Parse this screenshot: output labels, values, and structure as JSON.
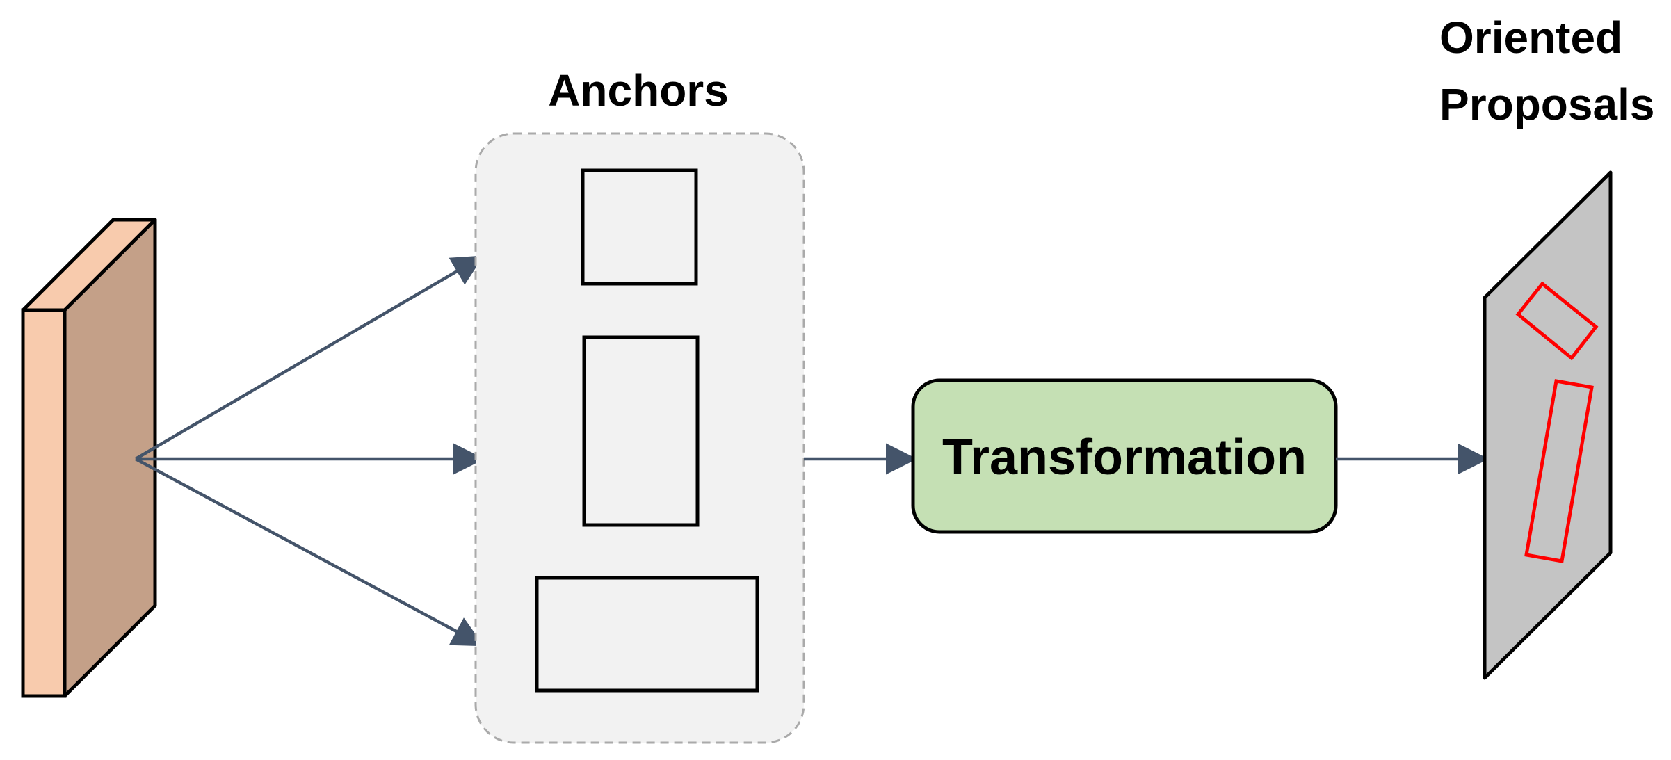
{
  "labels": {
    "anchors": "Anchors",
    "transformation": "Transformation",
    "oriented_line1": "Oriented",
    "oriented_line2": "Proposals"
  },
  "colors": {
    "feature_front": "#F8CBAD",
    "feature_side": "#C4A088",
    "anchors_panel_fill": "#F2F2F2",
    "anchors_panel_border": "#AAAAAA",
    "transform_fill": "#C5E0B4",
    "output_plane": "#C4C4C4",
    "proposal_box": "#FF0000",
    "arrow": "#44546A"
  }
}
